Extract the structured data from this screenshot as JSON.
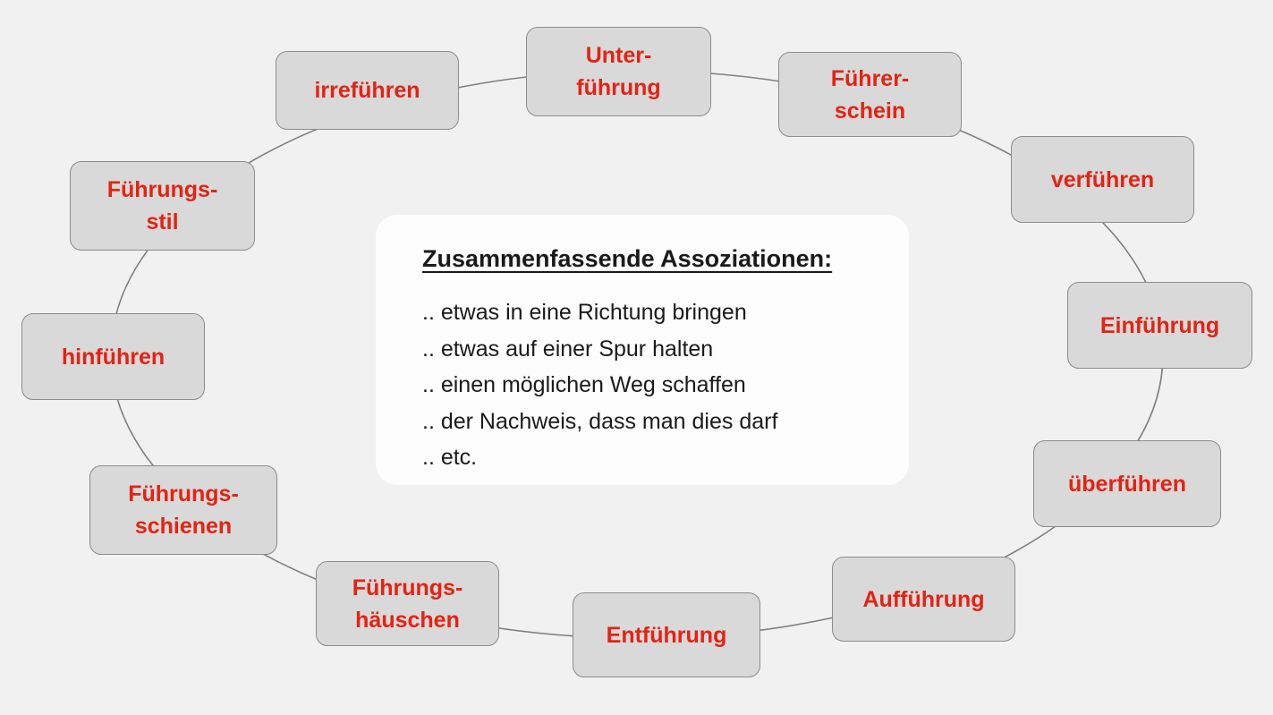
{
  "center": {
    "title": "Zusammenfassende Assoziationen:",
    "items": [
      ".. etwas in eine Richtung bringen",
      ".. etwas auf einer Spur halten",
      ".. einen möglichen Weg schaffen",
      ".. der Nachweis, dass man dies darf",
      ".. etc."
    ]
  },
  "nodes": [
    {
      "id": "unterfuehrung",
      "lines": [
        "Unter-",
        "führung"
      ]
    },
    {
      "id": "fuehrerschein",
      "lines": [
        "Führer-",
        "schein"
      ]
    },
    {
      "id": "verfuehren",
      "lines": [
        "verführen"
      ]
    },
    {
      "id": "einfuehrung",
      "lines": [
        "Einführung"
      ]
    },
    {
      "id": "ueberfuehren",
      "lines": [
        "überführen"
      ]
    },
    {
      "id": "auffuehrung",
      "lines": [
        "Aufführung"
      ]
    },
    {
      "id": "entfuehrung",
      "lines": [
        "Entführung"
      ]
    },
    {
      "id": "fuehrungshaeuschen",
      "lines": [
        "Führungs-",
        "häuschen"
      ]
    },
    {
      "id": "fuehrungsschienen",
      "lines": [
        "Führungs-",
        "schienen"
      ]
    },
    {
      "id": "hinfuehren",
      "lines": [
        "hinführen"
      ]
    },
    {
      "id": "fuehrungsstil",
      "lines": [
        "Führungs-",
        "stil"
      ]
    },
    {
      "id": "irrefuehren",
      "lines": [
        "irreführen"
      ]
    }
  ],
  "colors": {
    "background": "#f1f1f1",
    "node_fill": "#d9d9d9",
    "node_border": "#8c8c8c",
    "node_text": "#e42313",
    "center_fill": "#fdfdfd",
    "body_text": "#1a1a1a",
    "connector_line": "#7f7f7f"
  }
}
